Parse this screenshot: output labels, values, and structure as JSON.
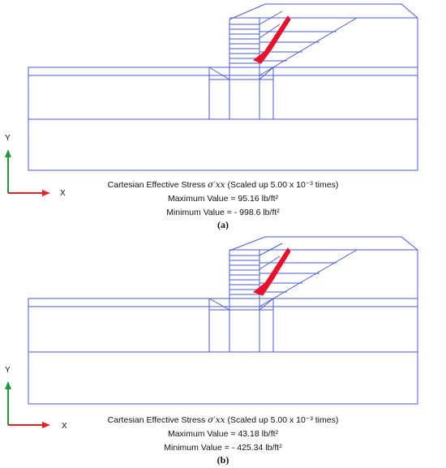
{
  "panels": [
    {
      "id": "a",
      "axis_y_label": "Y",
      "axis_x_label": "X",
      "caption_lead": "Cartesian Effective Stress ",
      "caption_symbol": "σ′xx",
      "caption_scale": " (Scaled up 5.00 x 10⁻³ times)",
      "max_label": "Maximum Value = 95.16 lb/ft²",
      "min_label": "Minimum Value = - 998.6 lb/ft²",
      "sublabel": "(a)"
    },
    {
      "id": "b",
      "axis_y_label": "Y",
      "axis_x_label": "X",
      "caption_lead": "Cartesian Effective Stress ",
      "caption_symbol": "σ′xx",
      "caption_scale": " (Scaled up 5.00 x 10⁻³ times)",
      "max_label": "Maximum Value = 43.18 lb/ft²",
      "min_label": "Minimum Value = - 425.34 lb/ft²",
      "sublabel": "(b)"
    }
  ],
  "colors": {
    "mesh": "#4a5bd6",
    "stress": "#e8102a",
    "axis_y": "#1a9a3a",
    "axis_x": "#e8202a"
  }
}
